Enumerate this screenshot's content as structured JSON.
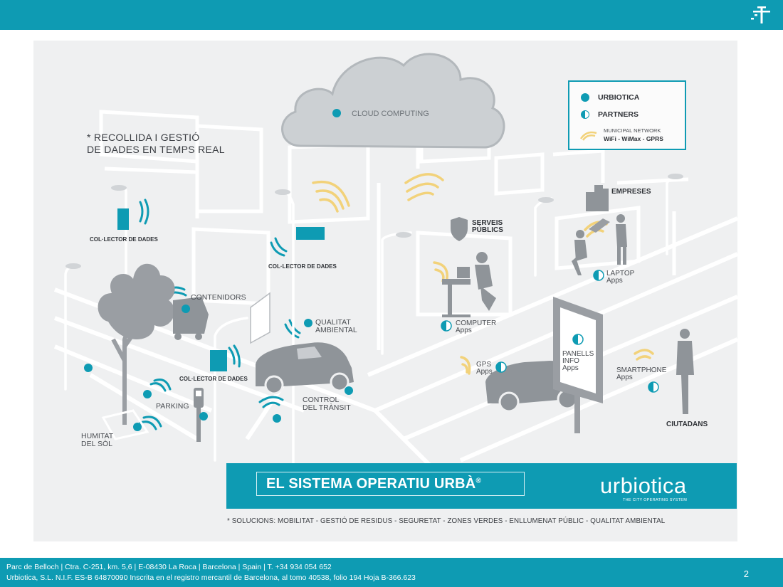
{
  "slide": {
    "page_number": "2",
    "note_title": "* RECOLLIDA I GESTIÓ\nDE DADES EN TEMPS REAL",
    "cloud_label": "CLOUD COMPUTING",
    "banner_title": "EL SISTEMA OPERATIU URBÀ",
    "banner_registered": "®",
    "brand_name": "urbiotica",
    "brand_tagline": "THE CITY OPERATING SYSTEM",
    "solucions": "* SOLUCIONS: MOBILITAT - GESTIÓ DE RESIDUS - SEGURETAT - ZONES VERDES - ENLLUMENAT PÚBLIC - QUALITAT AMBIENTAL"
  },
  "legend": {
    "urbiotica": "URBIOTICA",
    "partners": "PARTNERS",
    "network_title": "MUNICIPAL NETWORK",
    "network_types": "WiFi - WiMax - GPRS"
  },
  "labels": {
    "collector_1": "COL·LECTOR DE DADES",
    "collector_2": "COL·LECTOR DE DADES",
    "collector_3": "COL·LECTOR DE DADES",
    "contenidors": "CONTENIDORS",
    "qualitat": "QUALITAT\nAMBIENTAL",
    "parking": "PARKING",
    "control": "CONTROL\nDEL TRÀNSIT",
    "humitat": "HUMITAT\nDEL SÒL",
    "serveis": "SERVEIS\nPÚBLICS",
    "empreses": "EMPRESES",
    "laptop": "LAPTOP\nApps",
    "computer": "COMPUTER\nApps",
    "gps": "GPS\nApps",
    "panells": "PANELLS\nINFO\nApps",
    "smartphone": "SMARTPHONE\nApps",
    "ciutadans": "CIUTADANS"
  },
  "footer": {
    "line1": "Parc de Belloch | Ctra. C-251, km. 5,6 | E-08430 La Roca | Barcelona | Spain | T. +34 934 054 652",
    "line2": "Urbiotica, S.L. N.I.F. ES-B 64870090  Inscrita en el registro mercantil de Barcelona, al tomo 40538, folio 194 Hoja B-366.623"
  },
  "colors": {
    "brand_teal": "#0e9bb3",
    "signal_yellow": "#f2d27a",
    "figure_gray": "#8f9499",
    "line_white": "#ffffff"
  }
}
